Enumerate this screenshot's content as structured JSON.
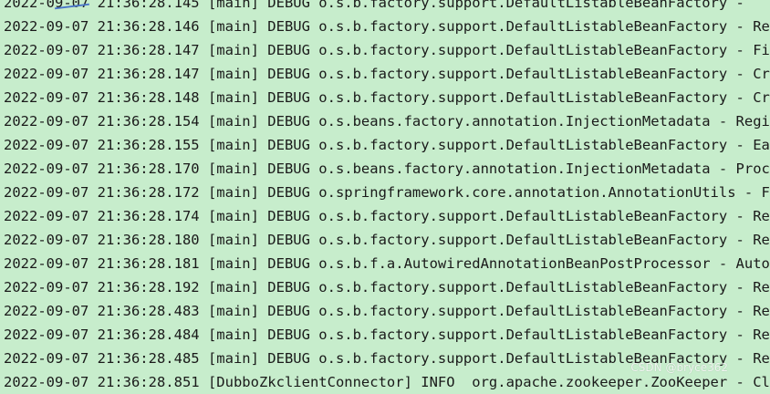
{
  "console": {
    "lines": [
      "2022-09-07 21:36:28.145 [main] DEBUG o.s.b.factory.support.DefaultListableBeanFactory - ",
      "2022-09-07 21:36:28.146 [main] DEBUG o.s.b.factory.support.DefaultListableBeanFactory - Re",
      "2022-09-07 21:36:28.147 [main] DEBUG o.s.b.factory.support.DefaultListableBeanFactory - Fi",
      "2022-09-07 21:36:28.147 [main] DEBUG o.s.b.factory.support.DefaultListableBeanFactory - Cr",
      "2022-09-07 21:36:28.148 [main] DEBUG o.s.b.factory.support.DefaultListableBeanFactory - Cr",
      "2022-09-07 21:36:28.154 [main] DEBUG o.s.beans.factory.annotation.InjectionMetadata - Regi",
      "2022-09-07 21:36:28.155 [main] DEBUG o.s.b.factory.support.DefaultListableBeanFactory - Ea",
      "2022-09-07 21:36:28.170 [main] DEBUG o.s.beans.factory.annotation.InjectionMetadata - Proc",
      "2022-09-07 21:36:28.172 [main] DEBUG o.springframework.core.annotation.AnnotationUtils - F",
      "2022-09-07 21:36:28.174 [main] DEBUG o.s.b.factory.support.DefaultListableBeanFactory - Re",
      "2022-09-07 21:36:28.180 [main] DEBUG o.s.b.factory.support.DefaultListableBeanFactory - Re",
      "2022-09-07 21:36:28.181 [main] DEBUG o.s.b.f.a.AutowiredAnnotationBeanPostProcessor - Auto",
      "2022-09-07 21:36:28.192 [main] DEBUG o.s.b.factory.support.DefaultListableBeanFactory - Re",
      "2022-09-07 21:36:28.483 [main] DEBUG o.s.b.factory.support.DefaultListableBeanFactory - Re",
      "2022-09-07 21:36:28.484 [main] DEBUG o.s.b.factory.support.DefaultListableBeanFactory - Re",
      "2022-09-07 21:36:28.485 [main] DEBUG o.s.b.factory.support.DefaultListableBeanFactory - Re",
      "2022-09-07 21:36:28.851 [DubboZkclientConnector] INFO  org.apache.zookeeper.ZooKeeper - Cl"
    ]
  },
  "watermark": {
    "text": "CSDN @bryce362"
  },
  "colors": {
    "background": "#c7edcc",
    "text": "#1a1a1a",
    "cursor": "#4a76c9"
  }
}
